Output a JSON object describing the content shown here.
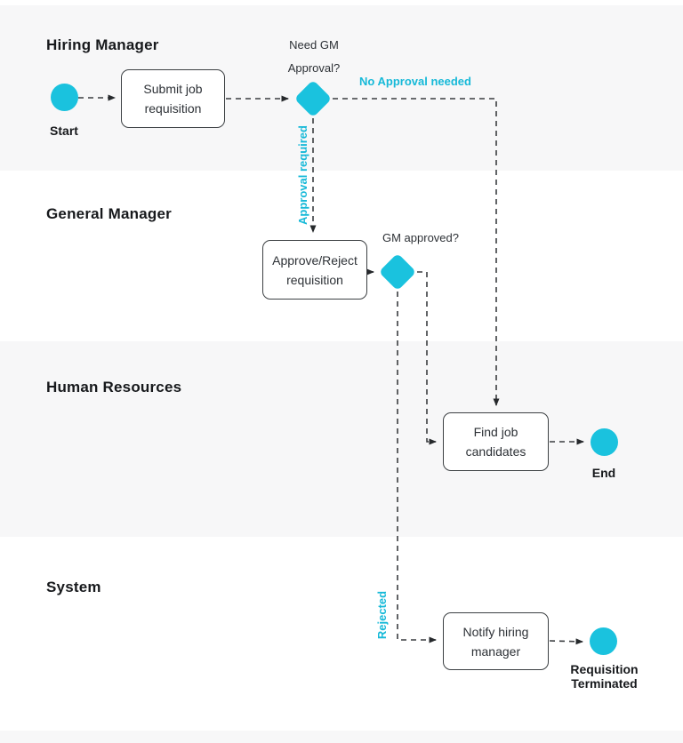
{
  "colors": {
    "accent_cyan": "#1ac2de",
    "edge_label_cyan": "#16b9d8",
    "lane_background_gray": "#f7f7f8",
    "lane_background_white": "#ffffff",
    "connector_dark": "#3a3d40",
    "node_border": "#3c4043",
    "text_dark": "#2d3136",
    "title_black": "#17191c"
  },
  "lanes": [
    {
      "label": "Hiring Manager"
    },
    {
      "label": "General Manager"
    },
    {
      "label": "Human Resources"
    },
    {
      "label": "System"
    }
  ],
  "nodes": {
    "start_event": {
      "type": "start-event",
      "label": "Start"
    },
    "task_submit_requisition": {
      "type": "task",
      "label": "Submit job requisition"
    },
    "gateway_need_gm_approval": {
      "type": "gateway",
      "question": "Need GM Approval?"
    },
    "task_approve_reject": {
      "type": "task",
      "label": "Approve/Reject requisition"
    },
    "gateway_gm_approved": {
      "type": "gateway",
      "question": "GM approved?"
    },
    "task_find_candidates": {
      "type": "task",
      "label": "Find job candidates"
    },
    "end_event": {
      "type": "end-event",
      "label": "End"
    },
    "task_notify_hiring_manager": {
      "type": "task",
      "label": "Notify hiring manager"
    },
    "end_event_terminated": {
      "type": "end-event",
      "label": "Requisition Terminated"
    }
  },
  "edge_labels": {
    "no_approval_needed": {
      "label": "No Approval needed"
    },
    "approval_required": {
      "label": "Approval required"
    },
    "rejected": {
      "label": "Rejected"
    }
  }
}
